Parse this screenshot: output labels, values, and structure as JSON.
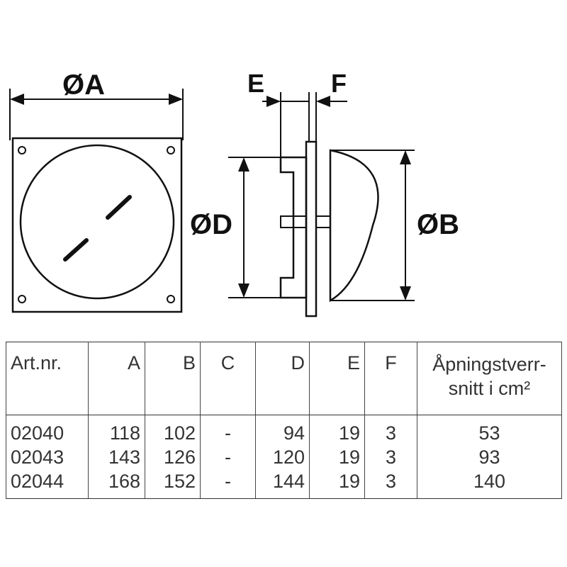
{
  "drawing": {
    "labels": {
      "a": "ØA",
      "b": "ØB",
      "d": "ØD",
      "e": "E",
      "f": "F"
    }
  },
  "table": {
    "headers": [
      "Art.nr.",
      "A",
      "B",
      "C",
      "D",
      "E",
      "F",
      "Åpningstverr-snitt i cm²"
    ],
    "header_last_line1": "Åpningstverr-",
    "header_last_line2": "snitt i cm²",
    "rows": [
      [
        "02040",
        "118",
        "102",
        "-",
        "94",
        "19",
        "3",
        "53"
      ],
      [
        "02043",
        "143",
        "126",
        "-",
        "120",
        "19",
        "3",
        "93"
      ],
      [
        "02044",
        "168",
        "152",
        "-",
        "144",
        "19",
        "3",
        "140"
      ]
    ]
  }
}
